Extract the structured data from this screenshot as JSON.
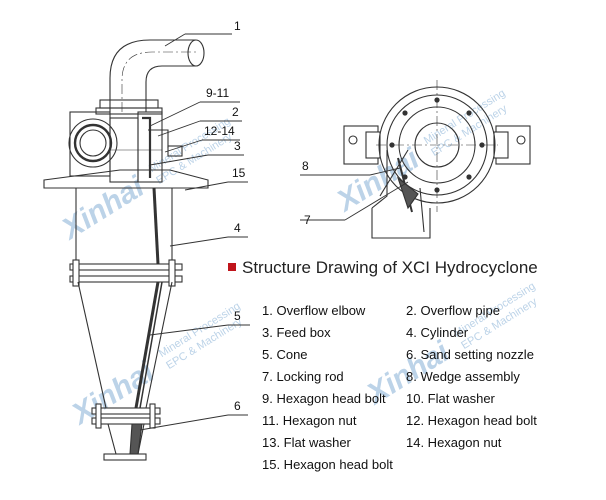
{
  "title": "Structure Drawing of XCI Hydrocyclone",
  "callouts": [
    "1",
    "9-11",
    "2",
    "12-14",
    "3",
    "15",
    "4",
    "5",
    "6",
    "8",
    "7"
  ],
  "watermarks": [
    {
      "brand": "Xinhai",
      "line1": "Mineral Processing",
      "line2": "EPC & Machinery"
    },
    {
      "brand": "Xinhai",
      "line1": "Mineral Processing",
      "line2": "EPC & Machinery"
    },
    {
      "brand": "Xinhai",
      "line1": "Mineral Processing",
      "line2": "EPC & Machinery"
    },
    {
      "brand": "Xinhai",
      "line1": "Mineral Processing",
      "line2": "EPC & Machinery"
    }
  ],
  "legend": [
    "1. Overflow elbow",
    "2. Overflow pipe",
    "3. Feed box",
    "4. Cylinder",
    "5. Cone",
    "6. Sand setting nozzle",
    "7. Locking rod",
    "8. Wedge assembly",
    "9. Hexagon head bolt",
    "10. Flat washer",
    "11. Hexagon nut",
    "12. Hexagon head bolt",
    "13. Flat washer",
    "14. Hexagon nut",
    "15. Hexagon head bolt"
  ],
  "colors": {
    "accent": "#c0141b",
    "watermark": "#bcd3e8",
    "line": "#333333"
  }
}
